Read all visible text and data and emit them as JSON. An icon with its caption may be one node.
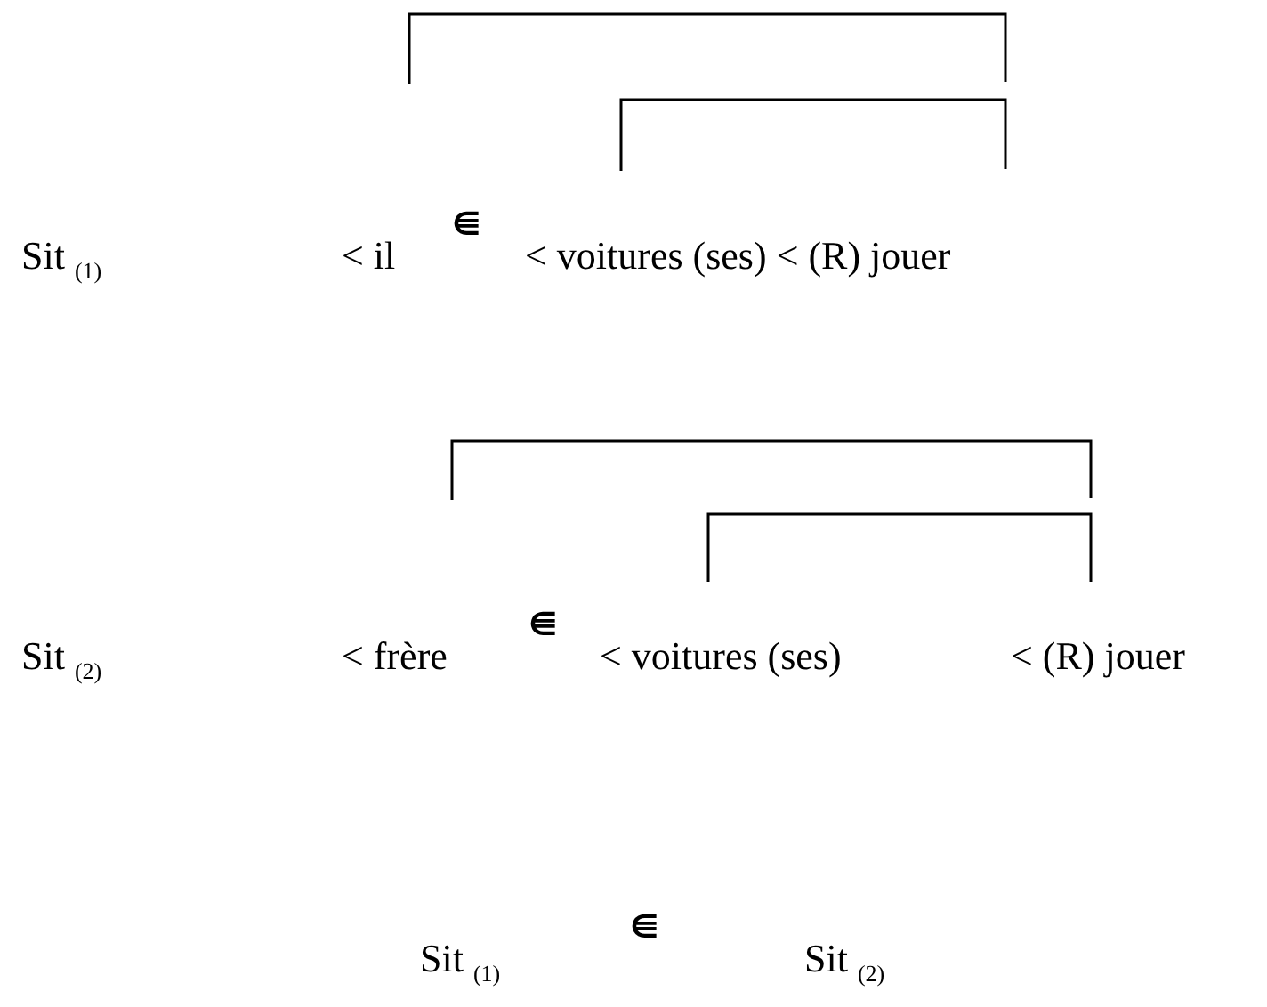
{
  "diagram": {
    "labels": [
      "Sit $_{(1)}$",
      "< il",
      "⋹",
      "< voitures (ses) < (R) jouer",
      "Sit $_{(2)}$",
      "< frère",
      "⋹",
      "< voitures (ses)",
      "< (R) jouer",
      "Sit $_{(1)}$",
      "⋹",
      "Sit $_{(2)}$"
    ]
  }
}
